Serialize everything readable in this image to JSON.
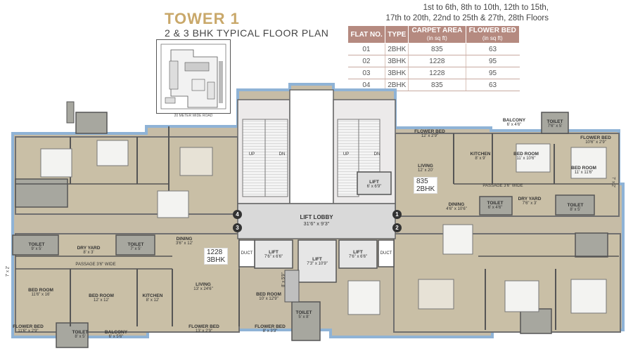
{
  "header": {
    "tower": "TOWER 1",
    "plan_title": "2 & 3 BHK TYPICAL FLOOR PLAN",
    "floors_line1": "1st to 6th, 8th to 10th, 12th to 15th,",
    "floors_line2": "17th to 20th, 22nd to 25th & 27th, 28th Floors"
  },
  "table": {
    "headers": [
      "FLAT NO.",
      "TYPE",
      "CARPET AREA",
      "FLOWER BED"
    ],
    "subheaders": [
      "",
      "",
      "(in sq ft)",
      "(in sq ft)"
    ],
    "rows": [
      [
        "01",
        "2BHK",
        "835",
        "63"
      ],
      [
        "02",
        "3BHK",
        "1228",
        "95"
      ],
      [
        "03",
        "3BHK",
        "1228",
        "95"
      ],
      [
        "04",
        "2BHK",
        "835",
        "63"
      ]
    ]
  },
  "keyplan": {
    "road": "20 METER WIDE ROAD"
  },
  "core": {
    "lift_lobby": "LIFT LOBBY",
    "lift_lobby_size": "31'6\" x 9'3\"",
    "lift": "LIFT",
    "lift_small_size": "6' x 6'9\"",
    "lift_a_size": "7'6\" x 6'6\"",
    "lift_b_size": "7'3\" x 10'9\"",
    "lift_c_size": "7'6\" x 6'6\"",
    "duct": "DUCT",
    "up": "UP",
    "dn": "DN"
  },
  "tags": {
    "flat1_area": "835",
    "flat1_type": "2BHK",
    "flat3_area": "1228",
    "flat3_type": "3BHK",
    "n1": "1",
    "n2": "2",
    "n3": "3",
    "n4": "4"
  },
  "rooms_right": {
    "flower_bed_top": "FLOWER BED",
    "flower_bed_top_size": "12' x 2'9\"",
    "living": "LIVING",
    "living_size": "12' x 20'",
    "kitchen": "KITCHEN",
    "kitchen_size": "8' x 9'",
    "balcony": "BALCONY",
    "balcony_size": "6' x 4'6\"",
    "toilet_top": "TOILET",
    "toilet_top_size": "7'6\" x 5'",
    "bed1": "BED ROOM",
    "bed1_size": "11' x 10'6\"",
    "flower_bed_r": "FLOWER BED",
    "flower_bed_r_size": "10'6\" x 2'9\"",
    "bed2": "BED ROOM",
    "bed2_size": "11' x 11'6\"",
    "passage": "PASSAGE 3'6\" WIDE",
    "dining": "DINING",
    "dining_size": "4'6\" x 10'6\"",
    "toilet_a": "TOILET",
    "toilet_a_size": "6' x 4'6\"",
    "dry_yard": "DRY YARD",
    "dry_yard_size": "7'6\" x 3'",
    "toilet_b": "TOILET",
    "toilet_b_size": "8' x 5'",
    "side_dim": "7' x 2'"
  },
  "rooms_left": {
    "toilet_a": "TOILET",
    "toilet_a_size": "9' x 5'",
    "dry_yard": "DRY YARD",
    "dry_yard_size": "8' x 3'",
    "toilet_b": "TOILET",
    "toilet_b_size": "7' x 5'",
    "dining": "DINING",
    "dining_size": "3'6\" x 12'",
    "passage": "PASSAGE 3'6\" WIDE",
    "bed1": "BED ROOM",
    "bed1_size": "11'6\" x 16'",
    "bed2": "BED ROOM",
    "bed2_size": "12' x 12'",
    "kitchen": "KITCHEN",
    "kitchen_size": "8' x 12'",
    "living": "LIVING",
    "living_size": "13' x 24'6\"",
    "bed3": "BED ROOM",
    "bed3_size": "10' x 12'9\"",
    "toilet_c": "TOILET",
    "toilet_c_size": "5' x 8'",
    "fb1": "FLOWER BED",
    "fb1_size": "11'6\" x 2'9\"",
    "toilet_d": "TOILET",
    "toilet_d_size": "8' x 5'",
    "balcony": "BALCONY",
    "balcony_size": "6' x 5'6\"",
    "fb2": "FLOWER BED",
    "fb2_size": "13' x 2'9\"",
    "fb3": "FLOWER BED",
    "fb3_size": "8' x 3'3\"",
    "side_dim": "7' x 2'",
    "toilet_e_dim": "8' x 5'9\""
  }
}
